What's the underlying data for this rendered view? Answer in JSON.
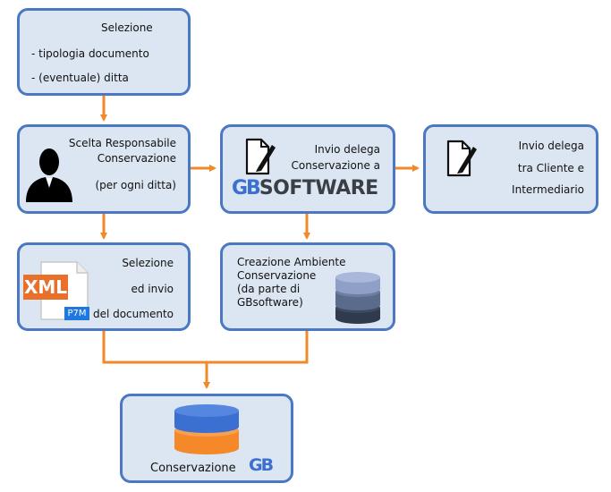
{
  "box_selection": {
    "line1": "Selezione",
    "line2": "- tipologia documento",
    "line3": "- (eventuale) ditta"
  },
  "box_responsible": {
    "line1": "Scelta Responsabile",
    "line2": "Conservazione",
    "line3": "(per ogni ditta)"
  },
  "box_delega_conservazione": {
    "line1": "Invio delega",
    "line2": "Conservazione a",
    "logo_prefix": "GB",
    "logo_word": "SOFTWARE"
  },
  "box_delega_cliente": {
    "line1": "Invio delega",
    "line2": "tra Cliente e",
    "line3": "Intermediario"
  },
  "box_invio_documento": {
    "line1": "Selezione",
    "line2": "ed invio",
    "line3": "del documento",
    "xml_label": "XML",
    "p7m_label": "P7M"
  },
  "box_ambiente": {
    "line1": "Creazione Ambiente",
    "line2": "Conservazione",
    "line3": "(da parte di",
    "line4": "GBsoftware)"
  },
  "box_conservazione": {
    "label": "Conservazione",
    "logo": "GB"
  },
  "colors": {
    "box_fill": "#dce6f2",
    "box_border": "#4a78c2",
    "arrow": "#f0892a",
    "db_blue": "#3b6fd1",
    "db_orange": "#f5892a",
    "db_slate_dark": "#2f3b4d",
    "db_slate_mid": "#5b6b8c",
    "db_slate_light": "#8ea0c8",
    "xml_orange": "#e8702a",
    "p7m_blue": "#1f77e0"
  },
  "icons": [
    "person-silhouette-icon",
    "document-sign-icon",
    "xml-file-icon",
    "database-icon",
    "gb-logo-icon"
  ]
}
